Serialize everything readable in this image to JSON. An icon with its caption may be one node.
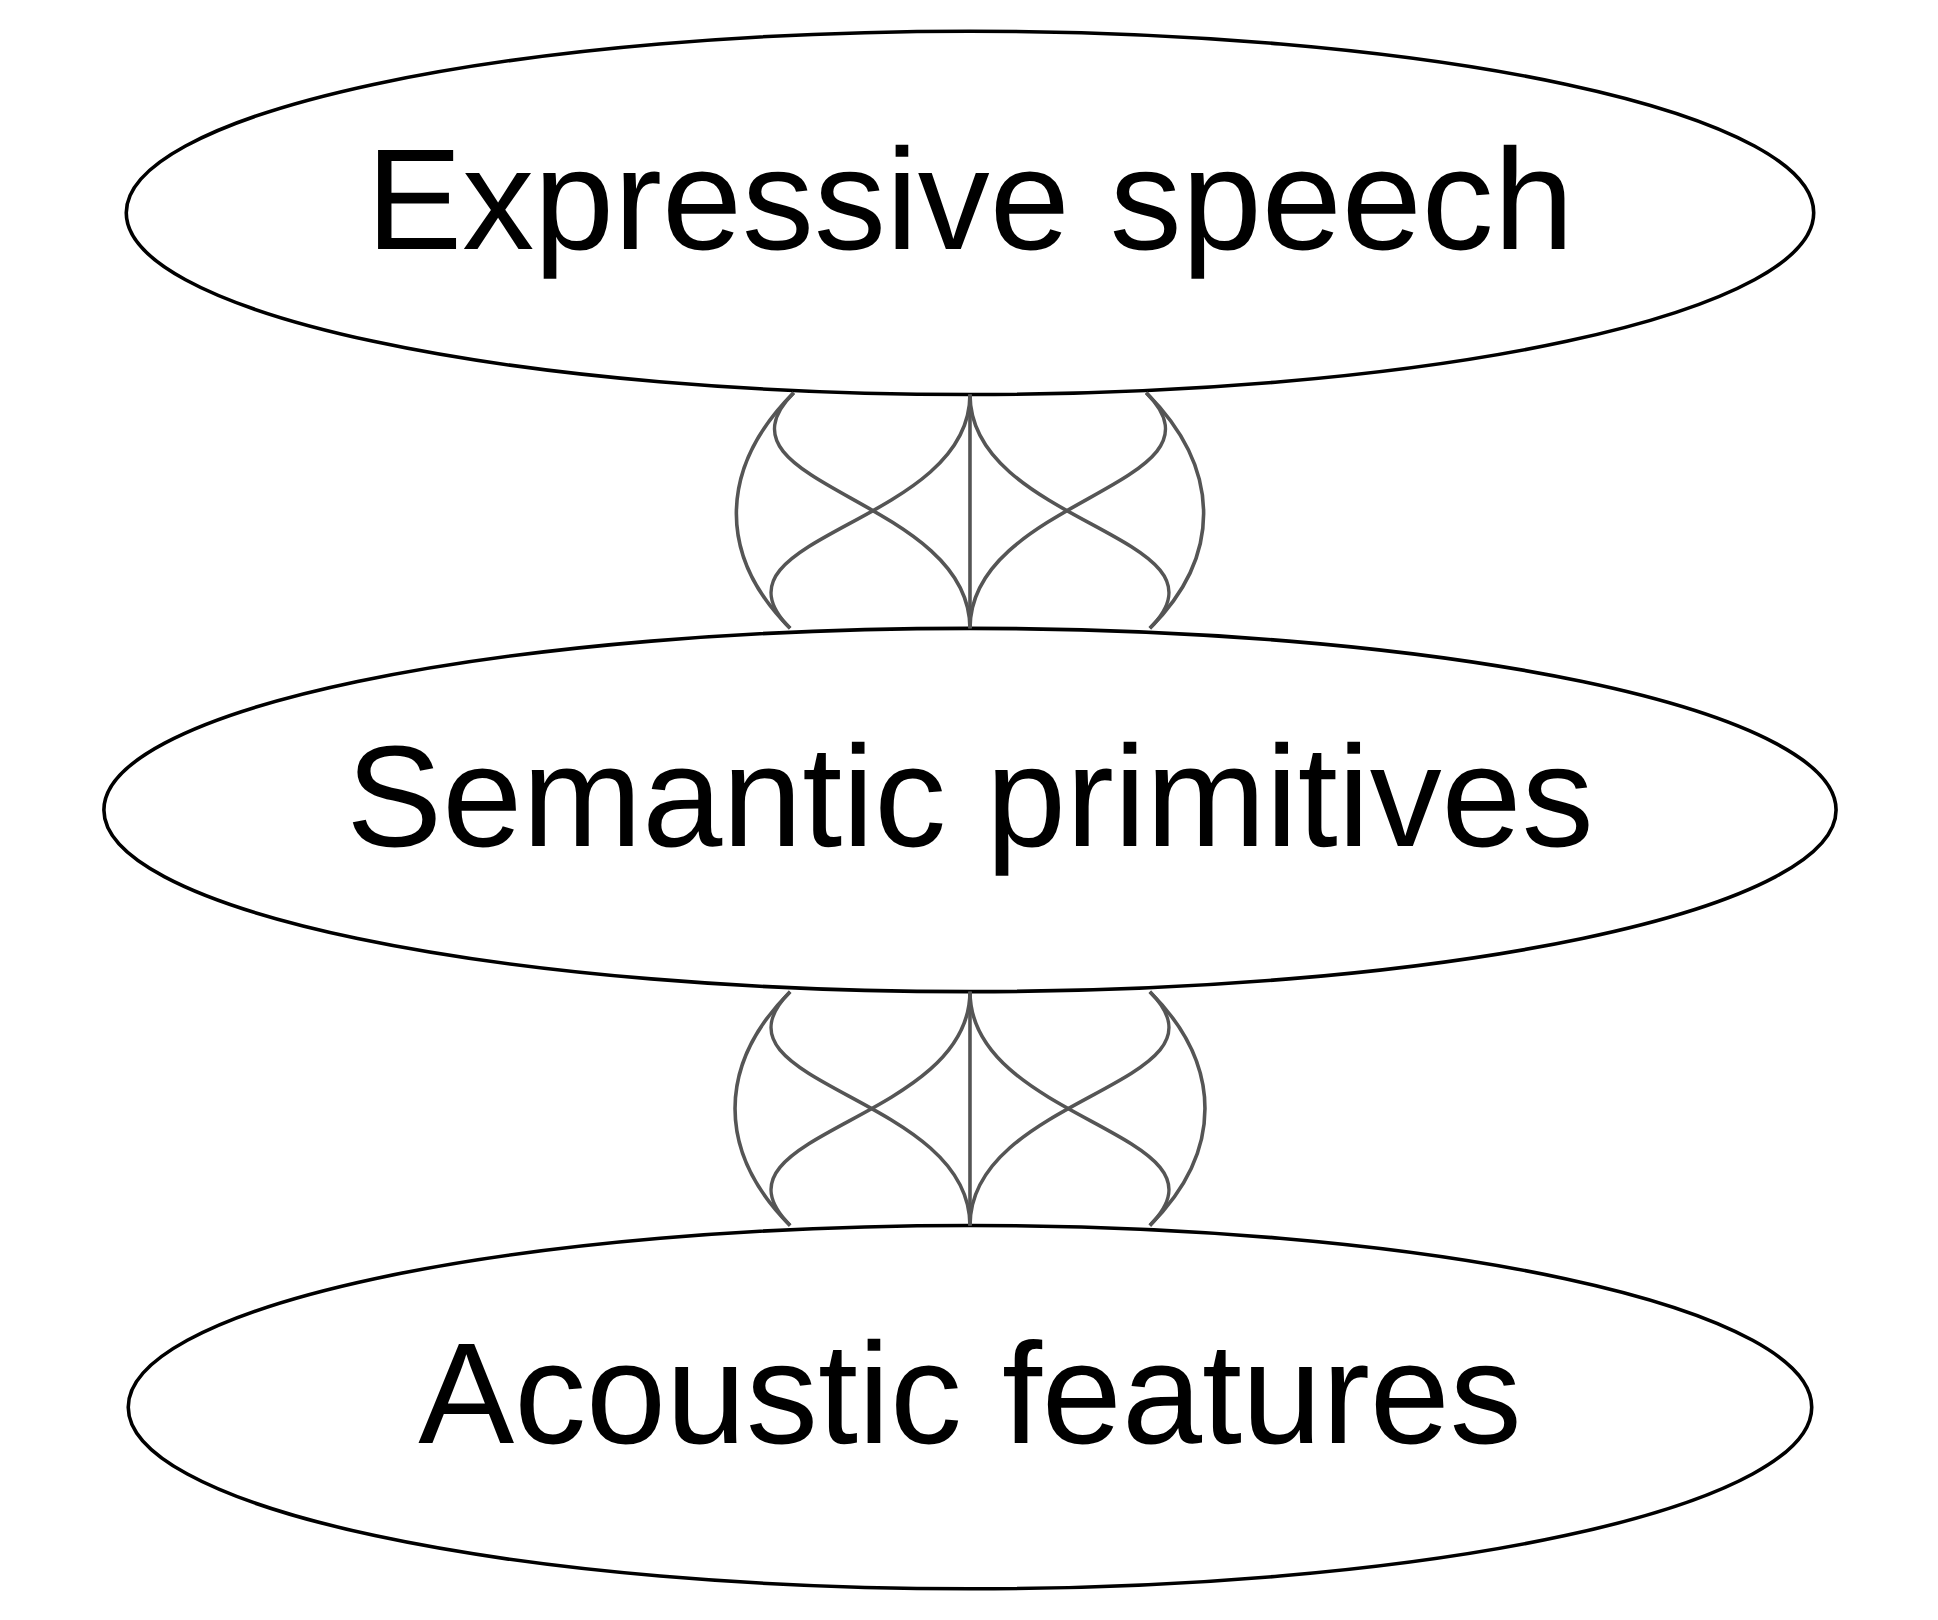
{
  "diagram": {
    "nodes": [
      {
        "text": [
          "Expressive speech"
        ]
      },
      {
        "text": [
          "Semantic primitives"
        ]
      },
      {
        "text": [
          "Acoustic features"
        ]
      }
    ],
    "edges": [
      {
        "from": 0,
        "to": 1,
        "arrow": "none"
      },
      {
        "from": 0,
        "to": 1,
        "arrow": "none"
      },
      {
        "from": 0,
        "to": 1,
        "arrow": "none"
      },
      {
        "from": 0,
        "to": 1,
        "arrow": "none"
      },
      {
        "from": 0,
        "to": 1,
        "arrow": "none"
      },
      {
        "from": 0,
        "to": 1,
        "arrow": "none"
      },
      {
        "from": 0,
        "to": 1,
        "arrow": "none"
      },
      {
        "from": 1,
        "to": 2,
        "arrow": "none"
      },
      {
        "from": 1,
        "to": 2,
        "arrow": "none"
      },
      {
        "from": 1,
        "to": 2,
        "arrow": "none"
      },
      {
        "from": 1,
        "to": 2,
        "arrow": "none"
      },
      {
        "from": 1,
        "to": 2,
        "arrow": "none"
      },
      {
        "from": 1,
        "to": 2,
        "arrow": "none"
      },
      {
        "from": 1,
        "to": 2,
        "arrow": "none"
      }
    ]
  }
}
